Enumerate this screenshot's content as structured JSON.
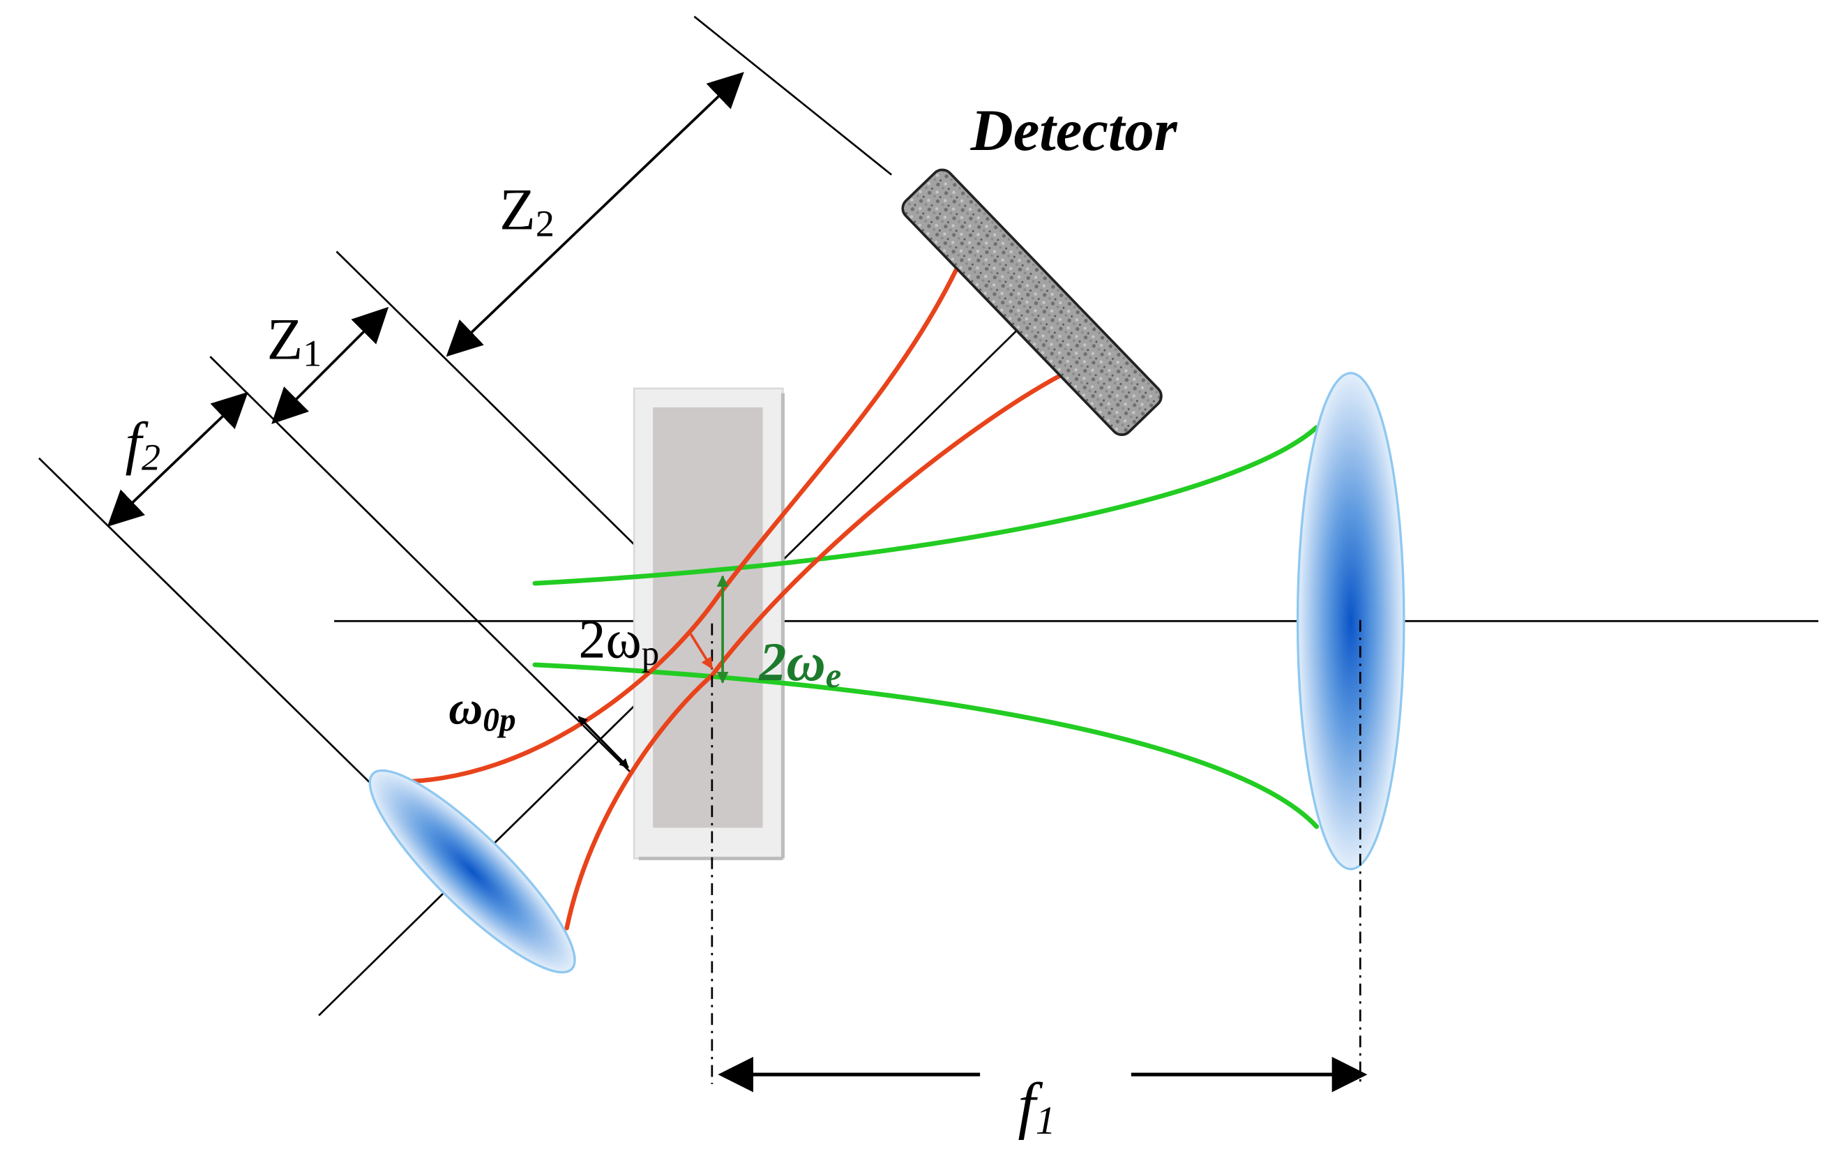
{
  "labels": {
    "detector": "Detector",
    "z2": {
      "main": "Z",
      "sub": "2"
    },
    "z1": {
      "main": "Z",
      "sub": "1"
    },
    "f2": {
      "main": "f",
      "sub": "2"
    },
    "f1": {
      "main": "f",
      "sub": "1"
    },
    "two_omega_p": {
      "main": "2ω",
      "sub": "p"
    },
    "two_omega_e": {
      "main": "2ω",
      "sub": "e"
    },
    "omega_0p": {
      "main": "ω",
      "sub": "0p"
    }
  },
  "colors": {
    "probe_beam": "#e8431b",
    "excitation_beam": "#22cc22",
    "lens_fill": "#1a6fd6",
    "lens_edge": "#8fc8f0",
    "sample_outer": "#eeeeee",
    "sample_inner": "#cdc9c9",
    "detector": "#9a9a9a",
    "omega_e_label": "#1c7a2c",
    "lines": "#000000"
  }
}
